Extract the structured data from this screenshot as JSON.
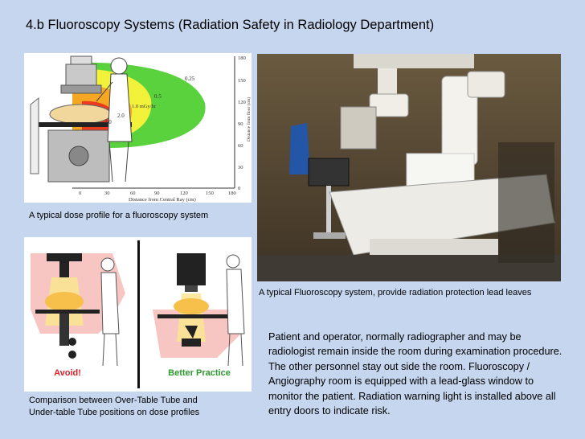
{
  "title": "4.b  Fluoroscopy Systems (Radiation Safety in Radiology Department)",
  "dose_profile": {
    "caption": "A typical dose profile for a fluoroscopy system",
    "x_axis_label": "Distance from Central Ray (cm)",
    "x_ticks": [
      "0",
      "30",
      "60",
      "90",
      "120",
      "150",
      "180"
    ],
    "y_axis_label": "Distance from floor (cm)",
    "y_ticks": [
      "180",
      "150",
      "120",
      "90",
      "60",
      "30",
      "0"
    ],
    "contour_labels": [
      "0.25",
      "0.5",
      "1.0 mGy/hr",
      "2.0",
      "4.0"
    ],
    "colors": {
      "outer": "#5ad23e",
      "mid": "#f2f23a",
      "inner": "#f5a623",
      "core": "#ee3a1c"
    }
  },
  "photo": {
    "caption": "A typical Fluoroscopy system, provide radiation protection lead leaves"
  },
  "comparison": {
    "caption_line1": "Comparison between Over-Table Tube  and",
    "caption_line2": "Under-table Tube positions on dose profiles",
    "avoid_label": "Avoid!",
    "better_label": "Better Practice",
    "colors": {
      "avoid": "#e0202a",
      "better": "#2c9a2c"
    }
  },
  "description": "Patient and operator, normally radiographer and may be radiologist  remain inside the room during examination procedure. The other personnel stay out side the room. Fluoroscopy / Angiography room is equipped with a lead-glass window to monitor the patient. Radiation warning light is installed above all entry doors to indicate risk."
}
